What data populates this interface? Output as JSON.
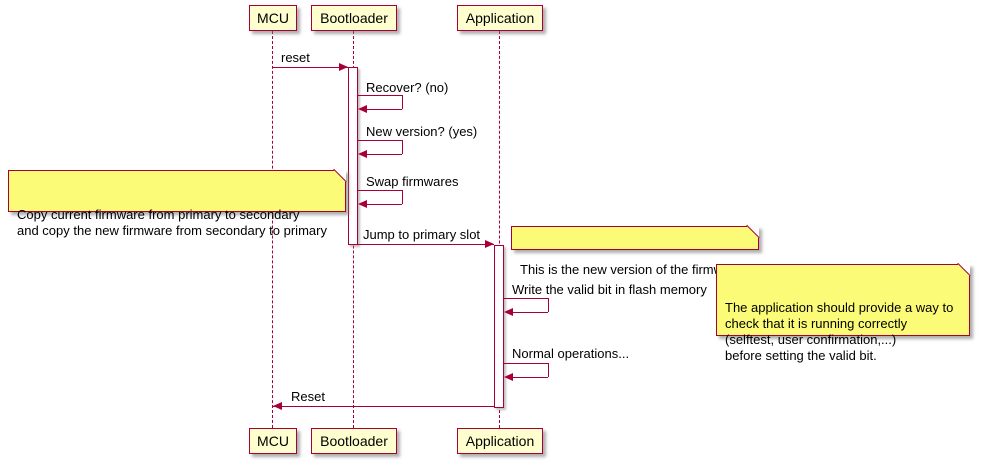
{
  "colors": {
    "border": "#A80036",
    "participant_fill": "#FEFECE",
    "note_fill": "#FBFB77",
    "lifeline": "#A80036",
    "text": "#000000"
  },
  "participants": [
    {
      "label": "MCU"
    },
    {
      "label": "Bootloader"
    },
    {
      "label": "Application"
    }
  ],
  "messages": [
    {
      "label": "reset",
      "from": "MCU",
      "to": "Bootloader"
    },
    {
      "label": "Recover? (no)",
      "from": "Bootloader",
      "to": "Bootloader"
    },
    {
      "label": "New version? (yes)",
      "from": "Bootloader",
      "to": "Bootloader"
    },
    {
      "label": "Swap firmwares",
      "from": "Bootloader",
      "to": "Bootloader"
    },
    {
      "label": "Jump to primary slot",
      "from": "Bootloader",
      "to": "Application"
    },
    {
      "label": "Write the valid bit in flash memory",
      "from": "Application",
      "to": "Application"
    },
    {
      "label": "Normal operations...",
      "from": "Application",
      "to": "Application"
    },
    {
      "label": "Reset",
      "from": "Application",
      "to": "MCU"
    }
  ],
  "notes": [
    {
      "text": "Copy current firmware from primary to secondary\nand copy the new firmware from secondary to primary",
      "attached_to": "Bootloader",
      "side": "left"
    },
    {
      "text": "This is the new version of the firmware",
      "attached_to": "Application",
      "side": "right"
    },
    {
      "text": "The application should provide a way to\ncheck that it is running correctly\n(selftest, user confirmation,...)\nbefore setting the valid bit.",
      "attached_to": "Application",
      "side": "right"
    }
  ]
}
